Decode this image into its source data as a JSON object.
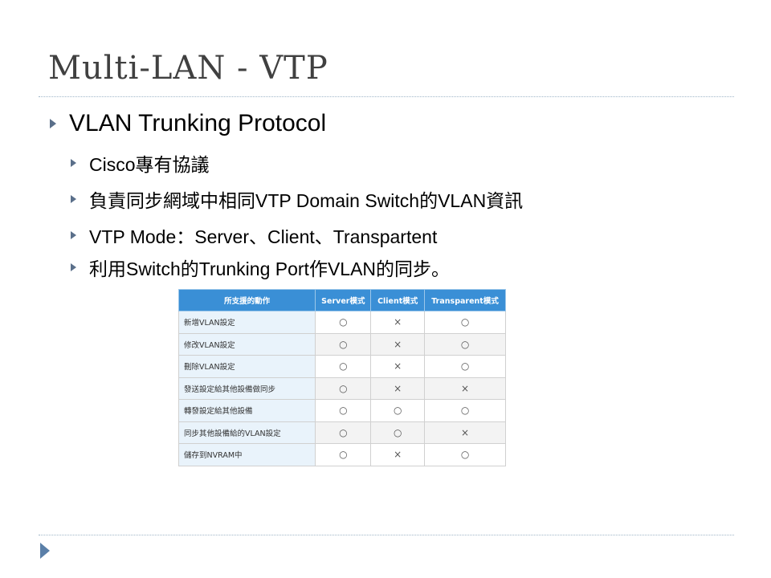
{
  "slide": {
    "title": "Multi-LAN - VTP",
    "bullets": {
      "level1": "VLAN Trunking Protocol",
      "level2": [
        "Cisco專有協議",
        "負責同步網域中相同VTP Domain Switch的VLAN資訊",
        "VTP Mode：Server、Client、Transpartent",
        "利用Switch的Trunking Port作VLAN的同步。"
      ]
    }
  },
  "table": {
    "headers": [
      "所支援的動作",
      "Server模式",
      "Client模式",
      "Transparent模式"
    ],
    "rows": [
      {
        "action": "新增VLAN設定",
        "server": "○",
        "client": "×",
        "transparent": "○"
      },
      {
        "action": "修改VLAN設定",
        "server": "○",
        "client": "×",
        "transparent": "○"
      },
      {
        "action": "刪除VLAN設定",
        "server": "○",
        "client": "×",
        "transparent": "○"
      },
      {
        "action": "發送設定給其他設備做同步",
        "server": "○",
        "client": "×",
        "transparent": "×"
      },
      {
        "action": "轉發設定給其他設備",
        "server": "○",
        "client": "○",
        "transparent": "○"
      },
      {
        "action": "同步其他設備給的VLAN設定",
        "server": "○",
        "client": "○",
        "transparent": "×"
      },
      {
        "action": "儲存到NVRAM中",
        "server": "○",
        "client": "×",
        "transparent": "○"
      }
    ]
  },
  "colors": {
    "title": "#404040",
    "bullet_marker": "#5a6f8a",
    "table_header": "#3a8fd6",
    "rule": "#9fb6c8"
  }
}
